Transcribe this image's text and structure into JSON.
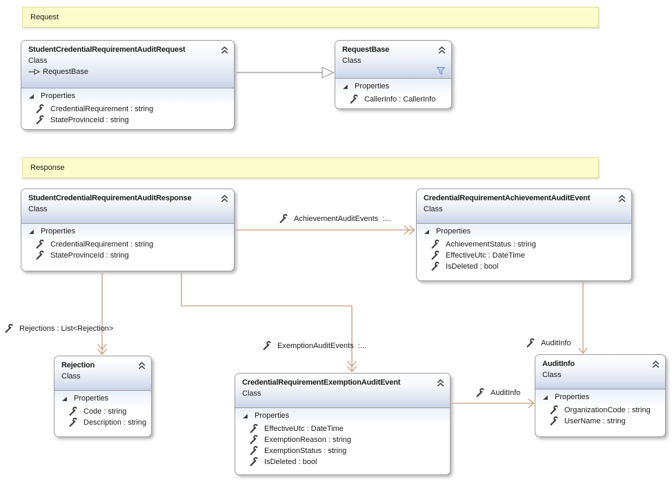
{
  "banners": {
    "request": {
      "label": "Request"
    },
    "response": {
      "label": "Response"
    }
  },
  "classes": {
    "request": {
      "name": "StudentCredentialRequirementAuditRequest",
      "kind": "Class",
      "base": "RequestBase",
      "section": "Properties",
      "members": [
        "CredentialRequirement : string",
        "StateProvinceId : string"
      ]
    },
    "request_base": {
      "name": "RequestBase",
      "kind": "Class",
      "section": "Properties",
      "members": [
        "CallerInfo : CallerInfo"
      ]
    },
    "response": {
      "name": "StudentCredentialRequirementAuditResponse",
      "kind": "Class",
      "section": "Properties",
      "members": [
        "CredentialRequirement : string",
        "StateProvinceId : string"
      ]
    },
    "achievement_event": {
      "name": "CredentialRequirementAchievementAuditEvent",
      "kind": "Class",
      "section": "Properties",
      "members": [
        "AchievementStatus : string",
        "EffectiveUtc : DateTime",
        "IsDeleted : bool"
      ]
    },
    "rejection": {
      "name": "Rejection",
      "kind": "Class",
      "section": "Properties",
      "members": [
        "Code : string",
        "Description : string"
      ]
    },
    "exemption_event": {
      "name": "CredentialRequirementExemptionAuditEvent",
      "kind": "Class",
      "section": "Properties",
      "members": [
        "EffectiveUtc : DateTime",
        "ExemptionReason : string",
        "ExemptionStatus : string",
        "IsDeleted : bool"
      ]
    },
    "audit_info": {
      "name": "AuditInfo",
      "kind": "Class",
      "section": "Properties",
      "members": [
        "OrganizationCode : string",
        "UserName : string"
      ]
    }
  },
  "connector_labels": {
    "achievement": "AchievementAuditEvents  :...",
    "rejections": "Rejections : List<Rejection>",
    "exemption": "ExemptionAuditEvents  :...",
    "audit_info_top": "AuditInfo",
    "audit_info_left": "AuditInfo"
  },
  "icons": {
    "wrench": "property-wrench-icon",
    "triangle": "section-expanded-triangle-icon",
    "chevron": "collapse-chevron-icon",
    "funnel": "filter-icon",
    "inherit": "inheritance-arrow-icon"
  },
  "colors": {
    "banner_fill": "#FBFBCB",
    "banner_border": "#DCDC9B",
    "association_line": "#C79B7B",
    "inheritance_line": "#A6A6A6",
    "header_gradient_bottom": "#C8D2E8",
    "section_band": "#EAEFF9",
    "box_border": "#9C9C9C",
    "filter_blue": "#6E8FCB"
  }
}
